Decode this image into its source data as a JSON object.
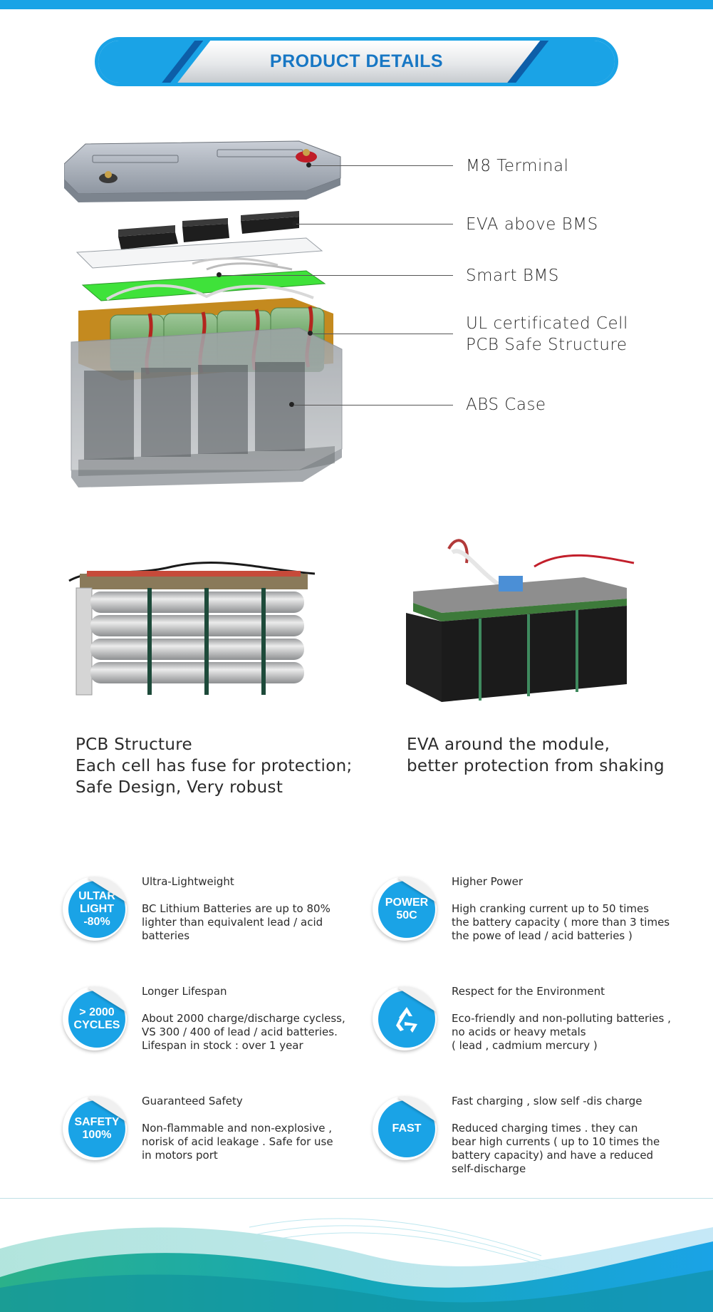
{
  "header": {
    "title": "PRODUCT DETAILS"
  },
  "exploded_view": {
    "callouts": [
      {
        "label": "M8 Terminal"
      },
      {
        "label": "EVA above BMS"
      },
      {
        "label": "Smart BMS"
      },
      {
        "label": "UL certificated Cell",
        "label2": "PCB Safe Structure"
      },
      {
        "label": "ABS Case"
      }
    ]
  },
  "modules": [
    {
      "lines": [
        "PCB Structure",
        "Each cell has fuse for protection;",
        "Safe Design, Very robust"
      ]
    },
    {
      "lines": [
        "EVA around the module,",
        "better protection from shaking"
      ]
    }
  ],
  "features": [
    {
      "badge": [
        "ULTAR",
        "LIGHT",
        "-80%"
      ],
      "title": "Ultra-Lightweight",
      "body": [
        "BC Lithium Batteries are up to 80%",
        "lighter than equivalent lead / acid",
        "batteries"
      ]
    },
    {
      "badge": [
        "POWER",
        "50C"
      ],
      "title": "Higher Power",
      "body": [
        "High cranking current up to 50 times",
        "the battery capacity ( more than 3 times",
        "the powe of lead / acid batteries )"
      ]
    },
    {
      "badge": [
        "> 2000",
        "CYCLES"
      ],
      "title": "Longer Lifespan",
      "body": [
        "About 2000 charge/discharge cycless,",
        "VS 300 / 400 of lead / acid batteries.",
        "Lifespan in stock : over 1 year"
      ]
    },
    {
      "badge": [],
      "badge_icon": "recycle-icon",
      "title": "Respect for the Environment",
      "body": [
        "Eco-friendly and non-polluting batteries ,",
        "no acids or heavy metals",
        "( lead , cadmium mercury )"
      ]
    },
    {
      "badge": [
        "SAFETY",
        "100%"
      ],
      "title": "Guaranteed Safety",
      "body": [
        "Non-flammable and non-explosive ,",
        "norisk of acid leakage . Safe for use",
        "in motors port"
      ]
    },
    {
      "badge": [
        "FAST"
      ],
      "title": "Fast charging , slow self -dis charge",
      "body": [
        "Reduced charging times . they can",
        "bear high currents ( up to 10 times the",
        "battery capacity) and have a reduced",
        "self-discharge"
      ]
    }
  ],
  "colors": {
    "accent": "#1aa3e6",
    "title_blue": "#1877c4",
    "bms_green": "#3fe23a",
    "cell_green": "#7fb27a"
  }
}
